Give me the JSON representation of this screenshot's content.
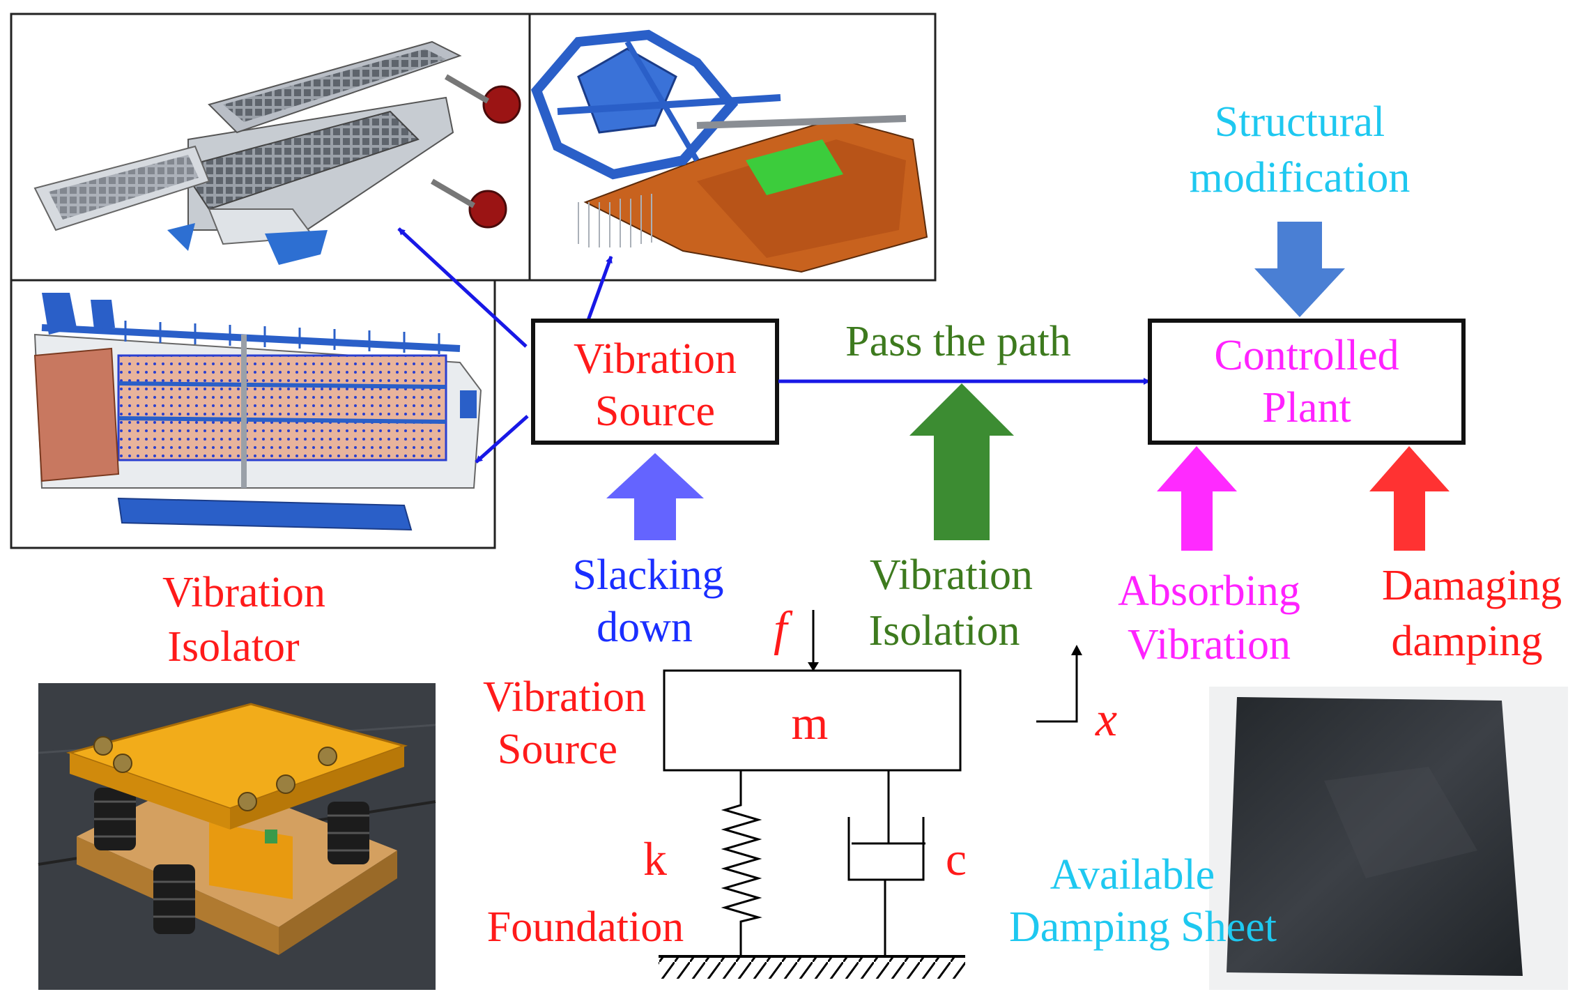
{
  "labels": {
    "vibration_source_box": [
      "Vibration",
      "Source"
    ],
    "controlled_plant_box": [
      "Controlled",
      "Plant"
    ],
    "pass_the_path": "Pass the path",
    "structural_modification": [
      "Structural",
      "modification"
    ],
    "slacking_down": [
      "Slacking",
      "down"
    ],
    "vibration_isolation": [
      "Vibration",
      "Isolation"
    ],
    "absorbing_vibration": [
      "Absorbing",
      "Vibration"
    ],
    "damaging_damping": [
      "Damaging",
      "damping"
    ],
    "vibration_isolator": [
      "Vibration",
      "Isolator"
    ],
    "model_vibration_source": [
      "Vibration",
      "Source"
    ],
    "mass": "m",
    "spring": "k",
    "damper": "c",
    "force": "f",
    "displacement": "x",
    "foundation": "Foundation",
    "damping_sheet": [
      "Available",
      "Damping Sheet"
    ]
  },
  "colors": {
    "red": "#ff1a1a",
    "magenta": "#ff22ff",
    "cyan": "#1ec8f0",
    "blue_text": "#1a2eff",
    "green_text": "#3d7a1e",
    "arrow_blue_line": "#1818e6",
    "struct_arrow": "#4a7fd4",
    "slack_arrow": "#6464ff",
    "iso_arrow": "#3c8c32",
    "absorb_arrow": "#ff2aff",
    "damp_arrow": "#ff3232",
    "machine_blue": "#2a5fc8",
    "machine_orange": "#c8621e",
    "isolator_yellow": "#f0a514",
    "sheet_dark": "#2c3034"
  },
  "images": {
    "screen_machine": "vibrating-screen-render",
    "harvester_header": "harvester-header-render",
    "threshing_drum": "threshing-drum-render",
    "isolator_photo": "vibration-isolator-photo",
    "damping_sheet_photo": "damping-sheet-photo"
  }
}
